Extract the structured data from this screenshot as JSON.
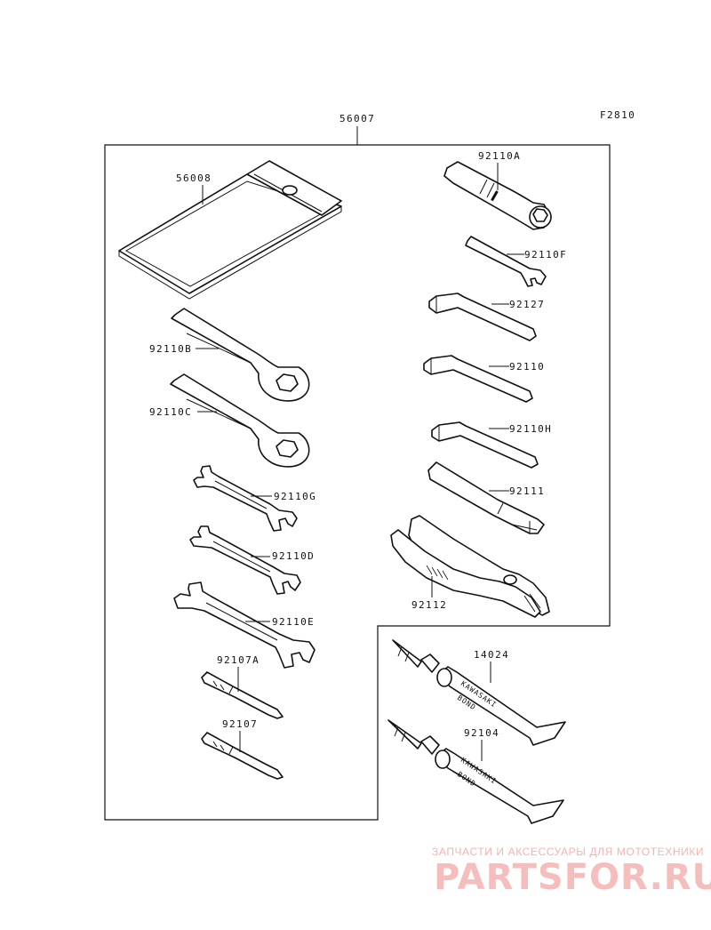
{
  "figure_code": "F2810",
  "kit_label": "56007",
  "labels": {
    "pouch": "56008",
    "plug_wrench": "92110A",
    "spanner_f": "92110F",
    "hex_wrench_lg": "92127",
    "hex_wrench_md": "92110",
    "hex_wrench_sm": "92110H",
    "handle": "92111",
    "pliers": "92112",
    "ring_wrench_b": "92110B",
    "ring_wrench_c": "92110C",
    "open_wrench_g": "92110G",
    "open_wrench_d": "92110D",
    "open_wrench_e": "92110E",
    "screwdriver_a": "92107A",
    "screwdriver": "92107",
    "bond_1": "14024",
    "bond_2": "92104"
  },
  "tube_print": {
    "brand": "KAWASAKI",
    "product": "BOND"
  },
  "watermark": {
    "tagline": "ЗАПЧАСТИ И АКСЕССУАРЫ ДЛЯ МОТОТЕХНИКИ",
    "logo": "PARTSFOR.RU"
  },
  "colors": {
    "line": "#111111",
    "watermark": "#f4b3b3"
  }
}
